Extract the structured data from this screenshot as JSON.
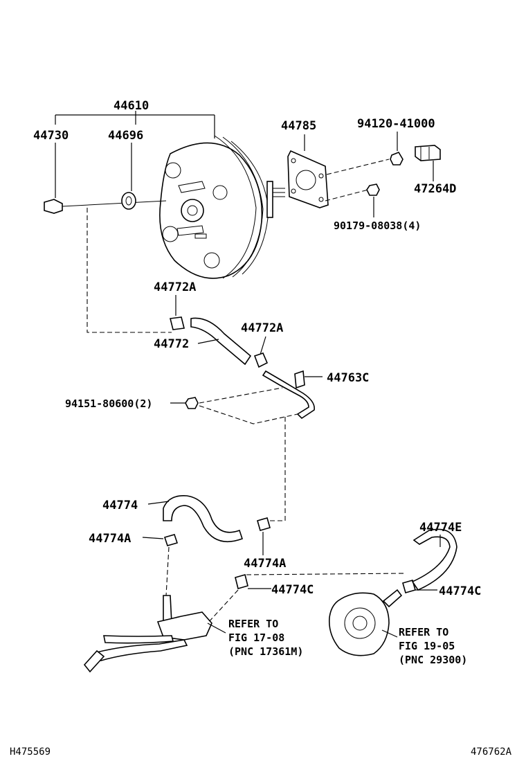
{
  "labels": {
    "booster_assy": "44610",
    "clevis": "44730",
    "seal": "44696",
    "gasket": "44785",
    "plug": "94120-41000",
    "bracket": "47264D",
    "nut": "90179-08038(4)",
    "clip_upper": "44772A",
    "hose_upper": "44772",
    "clip_upper_b": "44772A",
    "pipe": "44763C",
    "bolt": "94151-80600(2)",
    "hose_mid": "44774",
    "clip_mid_left": "44774A",
    "clip_mid_right": "44774A",
    "clip_lower_left": "44774C",
    "hose_right": "44774E",
    "clip_lower_right": "44774C",
    "ref_left": [
      "REFER TO",
      "FIG 17-08",
      "(PNC 17361M)"
    ],
    "ref_right": [
      "REFER TO",
      "FIG 19-05",
      "(PNC 29300)"
    ]
  },
  "footer": {
    "left_code": "H475569",
    "right_code": "476762A"
  }
}
